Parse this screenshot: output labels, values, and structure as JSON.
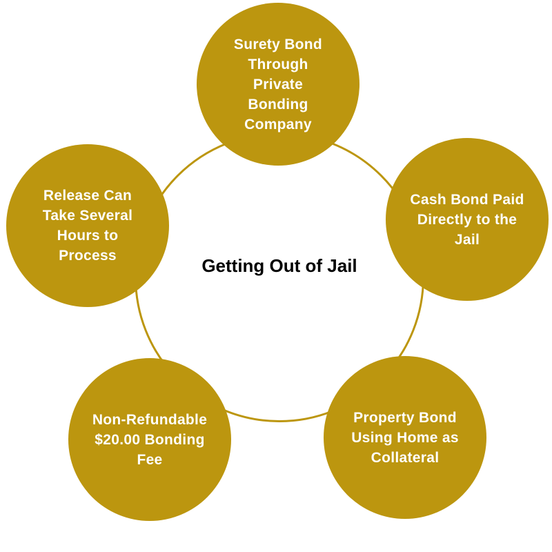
{
  "title": "Getting Out of Jail",
  "nodes": [
    {
      "label": "Surety Bond Through Private Bonding Company"
    },
    {
      "label": "Cash Bond Paid Directly to the Jail"
    },
    {
      "label": "Property Bond Using Home as Collateral"
    },
    {
      "label": "Non-Refundable $20.00 Bonding Fee"
    },
    {
      "label": "Release Can Take Several Hours to Process"
    }
  ],
  "colors": {
    "accent": "#BC960F",
    "node_text": "#FFFFFF"
  }
}
